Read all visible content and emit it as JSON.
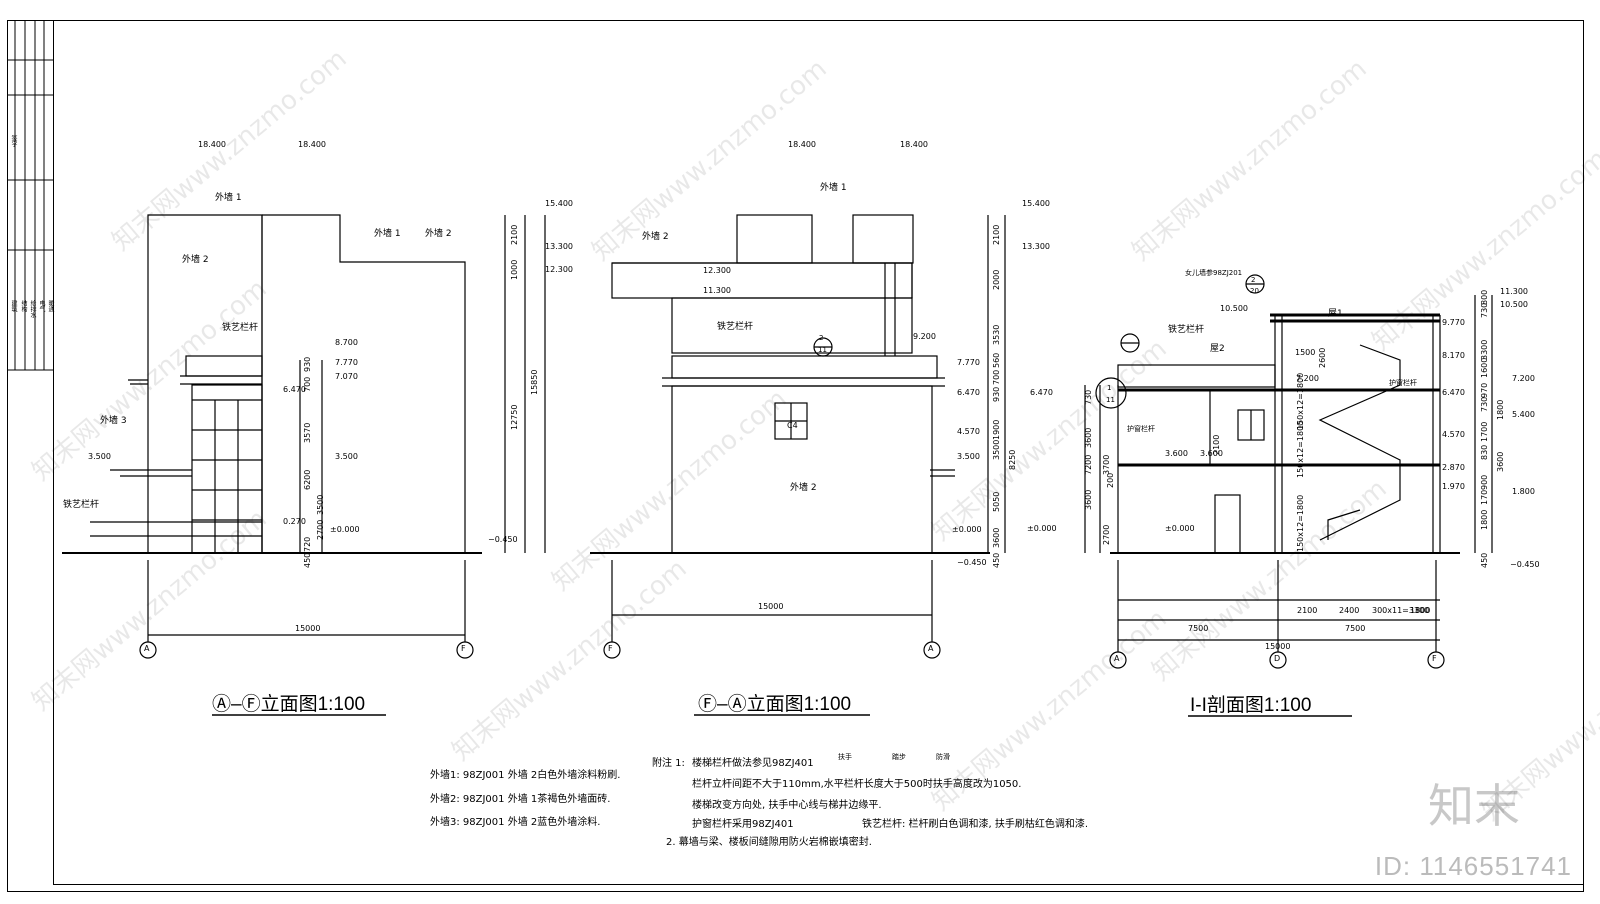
{
  "drawings": {
    "elev_af": {
      "title": "Ⓐ–Ⓕ立面图1:100",
      "elevations": [
        "18.400",
        "18.400",
        "15.400",
        "13.300",
        "12.300",
        "8.700",
        "7.770",
        "7.070",
        "6.470",
        "3.500",
        "3.500",
        "0.270",
        "±0.000",
        "−0.450"
      ],
      "dims": [
        "2100",
        "1000",
        "15850",
        "12750",
        "930",
        "700",
        "3570",
        "6200",
        "3500",
        "2700",
        "720",
        "450",
        "15000"
      ],
      "labels": [
        "外墙 1",
        "外墙 1",
        "外墙 2",
        "外墙 2",
        "铁艺栏杆",
        "外墙 3",
        "铁艺栏杆"
      ],
      "axes": [
        "A",
        "F"
      ]
    },
    "elev_fa": {
      "title": "Ⓕ–Ⓐ立面图1:100",
      "elevations": [
        "18.400",
        "18.400",
        "15.400",
        "13.300",
        "12.300",
        "11.300",
        "9.200",
        "7.770",
        "6.470",
        "4.570",
        "3.500",
        "±0.000",
        "−0.450"
      ],
      "dims": [
        "2100",
        "2000",
        "3530",
        "700",
        "560",
        "930",
        "1900",
        "3500",
        "8250",
        "5050",
        "3600",
        "450",
        "15000"
      ],
      "labels": [
        "外墙 1",
        "外墙 2",
        "铁艺栏杆",
        "外墙 2",
        "C4"
      ],
      "detail": [
        "2",
        "11"
      ],
      "axes": [
        "F",
        "A"
      ]
    },
    "section": {
      "title": "I-I剖面图1:100",
      "elevations": [
        "11.300",
        "10.500",
        "9.770",
        "8.170",
        "7.200",
        "6.470",
        "5.400",
        "4.570",
        "3.600",
        "2.870",
        "1.970",
        "1.800",
        "±0.000",
        "−0.450",
        "7.200",
        "6.470",
        "10.500",
        "3.600",
        "±0.000"
      ],
      "dims": [
        "800",
        "730",
        "3300",
        "1600",
        "970",
        "730",
        "1800",
        "1700",
        "830",
        "3600",
        "900",
        "170",
        "1800",
        "450",
        "730",
        "3600",
        "3700",
        "7200",
        "3600",
        "2700",
        "2100",
        "2600",
        "1500",
        "150x12=1800",
        "150x12=1800",
        "150x12=1800",
        "2100",
        "2400",
        "300x11=3300",
        "1800",
        "7500",
        "7500",
        "15000",
        "200"
      ],
      "labels": [
        "女儿墙参98ZJ201",
        "屋1",
        "屋2",
        "铁艺栏杆",
        "护窗栏杆",
        "护窗栏杆"
      ],
      "details": [
        [
          "1",
          "11"
        ],
        [
          "2",
          "20"
        ]
      ],
      "axes": [
        "A",
        "D",
        "F"
      ]
    }
  },
  "material_notes": [
    "外墙1: 98ZJ001 外墙 2白色外墙涂料粉刷.",
    "外墙2: 98ZJ001 外墙 1茶褐色外墙面砖.",
    "外墙3: 98ZJ001 外墙 2蓝色外墙涂料."
  ],
  "general_notes": {
    "heading": "附注 1:",
    "line1": "楼梯栏杆做法参见98ZJ401",
    "line1_refs": [
      "扶手",
      "踏步",
      "防滑"
    ],
    "line2": "栏杆立杆间距不大于110mm,水平栏杆长度大于500时扶手高度改为1050.",
    "line3": "楼梯改变方向处, 扶手中心线与梯井边缘平.",
    "line4": "护窗栏杆采用98ZJ401",
    "line4b": "铁艺栏杆: 栏杆刷白色调和漆, 扶手刷枯红色调和漆.",
    "line5": "2. 幕墙与梁、楼板间缝隙用防火岩棉嵌填密封."
  },
  "title_block_labels": [
    "建筑",
    "结构",
    "给排水",
    "电气",
    "暖通",
    "签字"
  ],
  "watermark": {
    "site": "知末网www.znzmo.com",
    "brand": "知末",
    "id": "ID: 1146551741"
  },
  "colors": {
    "line": "#000000",
    "watermark": "#c8c8c8"
  }
}
